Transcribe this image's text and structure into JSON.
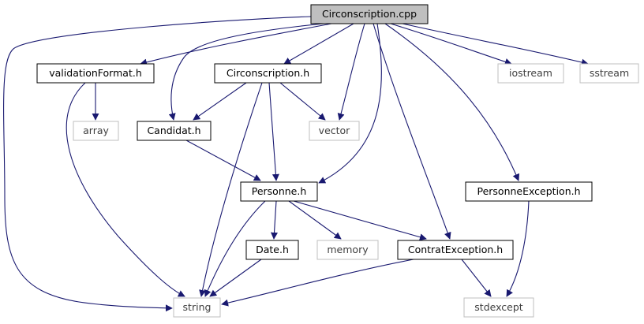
{
  "diagram": {
    "colors": {
      "edge": "#191970",
      "node_border_local": "#000000",
      "node_border_system": "#bfbfbf",
      "root_fill": "#bfbfbf",
      "text_local": "#000000",
      "text_system": "#404040"
    },
    "nodes": [
      {
        "id": "circonscription_cpp",
        "label": "Circonscription.cpp",
        "kind": "root"
      },
      {
        "id": "validationformat_h",
        "label": "validationFormat.h",
        "kind": "local"
      },
      {
        "id": "circonscription_h",
        "label": "Circonscription.h",
        "kind": "local"
      },
      {
        "id": "iostream",
        "label": "iostream",
        "kind": "system"
      },
      {
        "id": "sstream",
        "label": "sstream",
        "kind": "system"
      },
      {
        "id": "array",
        "label": "array",
        "kind": "system"
      },
      {
        "id": "candidat_h",
        "label": "Candidat.h",
        "kind": "local"
      },
      {
        "id": "vector",
        "label": "vector",
        "kind": "system"
      },
      {
        "id": "personne_h",
        "label": "Personne.h",
        "kind": "local"
      },
      {
        "id": "personneexception_h",
        "label": "PersonneException.h",
        "kind": "local"
      },
      {
        "id": "date_h",
        "label": "Date.h",
        "kind": "local"
      },
      {
        "id": "memory",
        "label": "memory",
        "kind": "system"
      },
      {
        "id": "contratexception_h",
        "label": "ContratException.h",
        "kind": "local"
      },
      {
        "id": "string",
        "label": "string",
        "kind": "system"
      },
      {
        "id": "stdexcept",
        "label": "stdexcept",
        "kind": "system"
      }
    ],
    "edges": [
      {
        "from": "circonscription_cpp",
        "to": "string"
      },
      {
        "from": "circonscription_cpp",
        "to": "validationformat_h"
      },
      {
        "from": "circonscription_cpp",
        "to": "candidat_h"
      },
      {
        "from": "circonscription_cpp",
        "to": "circonscription_h"
      },
      {
        "from": "circonscription_cpp",
        "to": "vector"
      },
      {
        "from": "circonscription_cpp",
        "to": "personne_h"
      },
      {
        "from": "circonscription_cpp",
        "to": "contratexception_h"
      },
      {
        "from": "circonscription_cpp",
        "to": "personneexception_h"
      },
      {
        "from": "circonscription_cpp",
        "to": "iostream"
      },
      {
        "from": "circonscription_cpp",
        "to": "sstream"
      },
      {
        "from": "validationformat_h",
        "to": "array"
      },
      {
        "from": "validationformat_h",
        "to": "string"
      },
      {
        "from": "circonscription_h",
        "to": "candidat_h"
      },
      {
        "from": "circonscription_h",
        "to": "vector"
      },
      {
        "from": "circonscription_h",
        "to": "personne_h"
      },
      {
        "from": "circonscription_h",
        "to": "string"
      },
      {
        "from": "candidat_h",
        "to": "personne_h"
      },
      {
        "from": "personne_h",
        "to": "string"
      },
      {
        "from": "personne_h",
        "to": "date_h"
      },
      {
        "from": "personne_h",
        "to": "memory"
      },
      {
        "from": "personne_h",
        "to": "contratexception_h"
      },
      {
        "from": "date_h",
        "to": "string"
      },
      {
        "from": "contratexception_h",
        "to": "string"
      },
      {
        "from": "contratexception_h",
        "to": "stdexcept"
      },
      {
        "from": "personneexception_h",
        "to": "stdexcept"
      }
    ]
  }
}
